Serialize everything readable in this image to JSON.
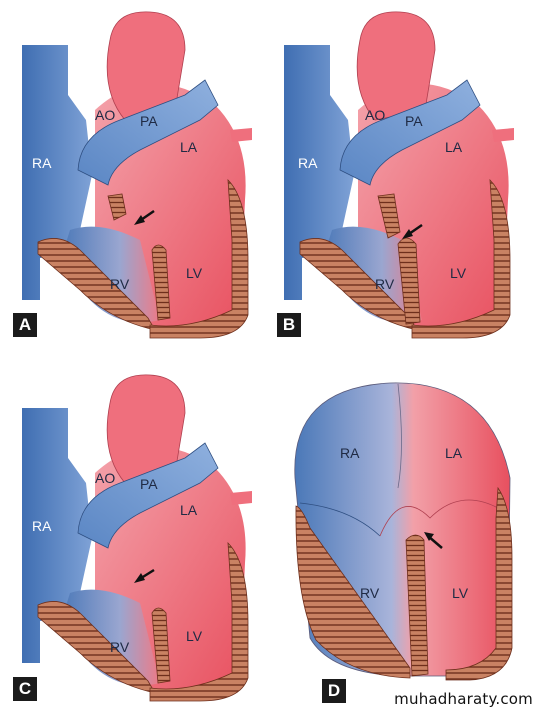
{
  "colors": {
    "venous_blue": "#4a78b8",
    "arterial_red": "#e9596a",
    "muscle_brown": "#b86a4e",
    "badge_bg": "#1b1b1b"
  },
  "panels": [
    {
      "letter": "A",
      "labels": {
        "ao": "AO",
        "pa": "PA",
        "la": "LA",
        "ra": "RA",
        "rv": "RV",
        "lv": "LV"
      }
    },
    {
      "letter": "B",
      "labels": {
        "ao": "AO",
        "pa": "PA",
        "la": "LA",
        "ra": "RA",
        "rv": "RV",
        "lv": "LV"
      }
    },
    {
      "letter": "C",
      "labels": {
        "ao": "AO",
        "pa": "PA",
        "la": "LA",
        "ra": "RA",
        "rv": "RV",
        "lv": "LV"
      }
    },
    {
      "letter": "D",
      "labels": {
        "ra": "RA",
        "la": "LA",
        "rv": "RV",
        "lv": "LV"
      }
    }
  ],
  "watermark": "muhadharaty.com"
}
